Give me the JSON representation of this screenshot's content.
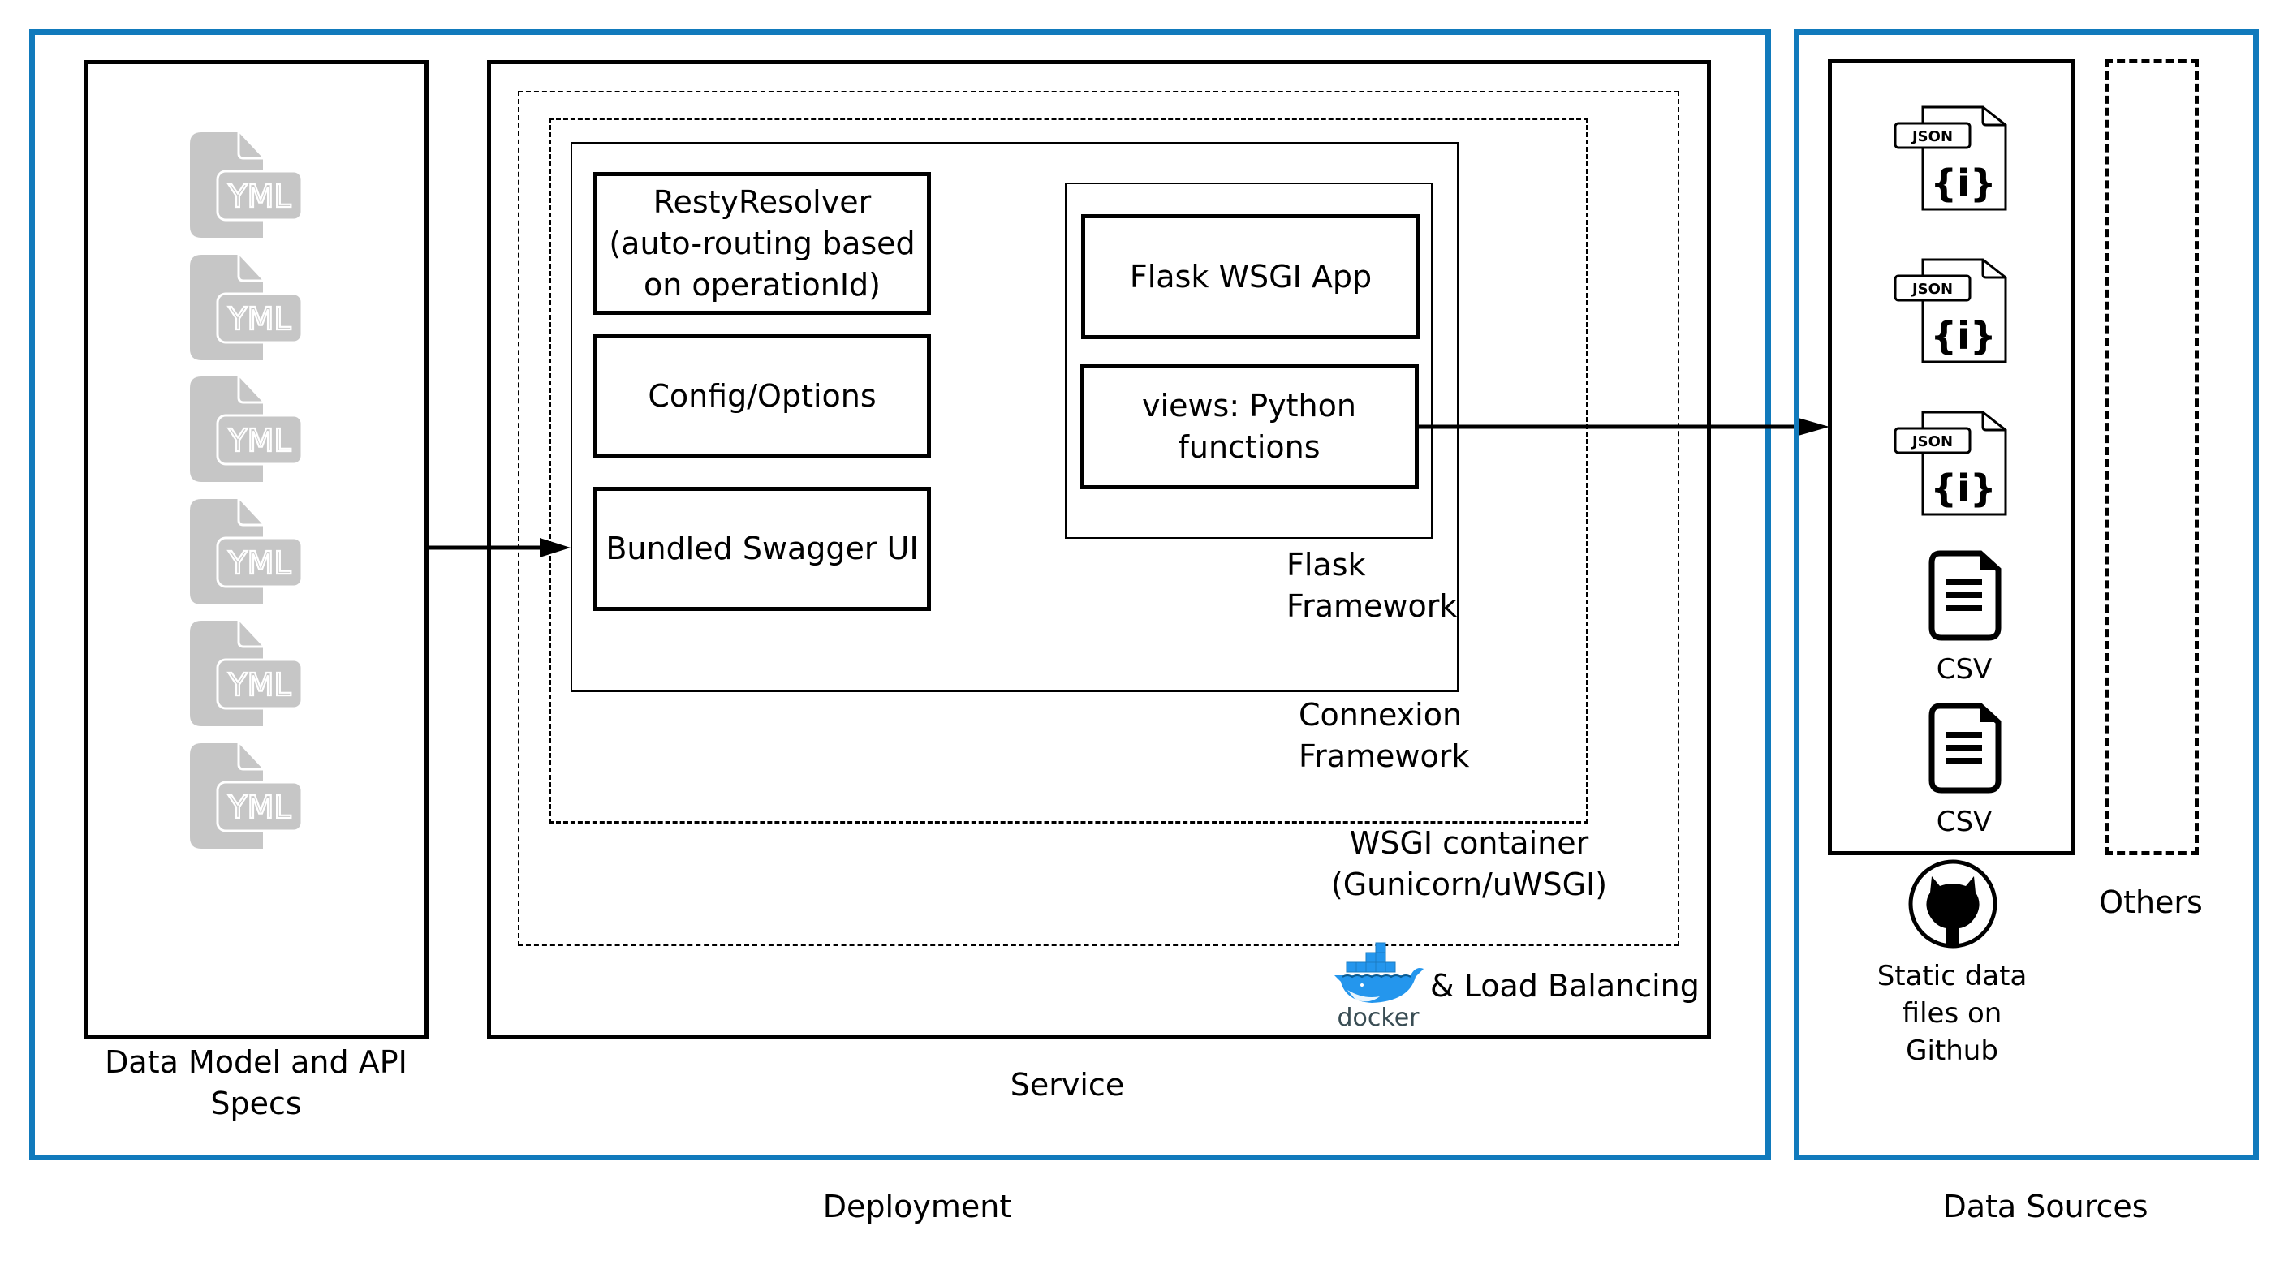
{
  "diagram": {
    "colors": {
      "frame_blue": "#117abc",
      "yml_gray": "#c6c6c6",
      "docker_blue": "#2496ed",
      "docker_text": "#394d54"
    },
    "deployment": {
      "label": "Deployment",
      "data_model": {
        "label_line1": "Data Model and API",
        "label_line2": "Specs",
        "files": [
          {
            "icon": "yml-file-icon",
            "text": "YML"
          },
          {
            "icon": "yml-file-icon",
            "text": "YML"
          },
          {
            "icon": "yml-file-icon",
            "text": "YML"
          },
          {
            "icon": "yml-file-icon",
            "text": "YML"
          },
          {
            "icon": "yml-file-icon",
            "text": "YML"
          },
          {
            "icon": "yml-file-icon",
            "text": "YML"
          }
        ]
      },
      "service": {
        "label": "Service",
        "docker_word": "docker",
        "docker_label": "&  Load Balancing",
        "wsgi": {
          "label_line1": "WSGI container",
          "label_line2": "(Gunicorn/uWSGI)"
        },
        "connexion": {
          "label_line1": "Connexion",
          "label_line2": "Framework"
        },
        "flask": {
          "label_line1": "Flask",
          "label_line2": "Framework"
        },
        "components": {
          "resty_line1": "RestyResolver",
          "resty_line2": "(auto-routing based",
          "resty_line3": "on operationId)",
          "config": "Config/Options",
          "swagger": "Bundled Swagger UI",
          "flask_app": "Flask WSGI App",
          "views_line1": "views: Python",
          "views_line2": "functions"
        }
      }
    },
    "data_sources": {
      "label": "Data Sources",
      "files": [
        {
          "type": "json",
          "badge": "JSON",
          "glyph": "{i}"
        },
        {
          "type": "json",
          "badge": "JSON",
          "glyph": "{i}"
        },
        {
          "type": "json",
          "badge": "JSON",
          "glyph": "{i}"
        },
        {
          "type": "csv",
          "label": "CSV"
        },
        {
          "type": "csv",
          "label": "CSV"
        }
      ],
      "github_line1": "Static data",
      "github_line2": "files on",
      "github_line3": "Github",
      "others": "Others"
    }
  }
}
